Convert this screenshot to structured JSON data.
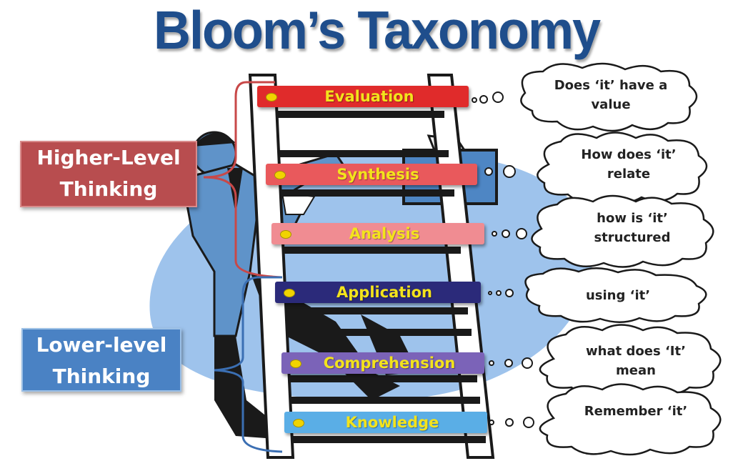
{
  "title": "Bloom’s Taxonomy",
  "groups": {
    "higher": "Higher-Level Thinking",
    "lower": "Lower-level Thinking"
  },
  "levels": [
    {
      "label": "Evaluation",
      "question": "Does ‘it’ have a value",
      "color": "#e02b2b"
    },
    {
      "label": "Synthesis",
      "question": "How does ‘it’ relate",
      "color": "#e9595c"
    },
    {
      "label": "Analysis",
      "question": "how is ‘it’ structured",
      "color": "#f08c92"
    },
    {
      "label": "Application",
      "question": "using ‘it’",
      "color": "#2b2a7a"
    },
    {
      "label": "Comprehension",
      "question": "what does ‘It’ mean",
      "color": "#7b63b8"
    },
    {
      "label": "Knowledge",
      "question": "Remember ‘it’",
      "color": "#5aaee6"
    }
  ]
}
